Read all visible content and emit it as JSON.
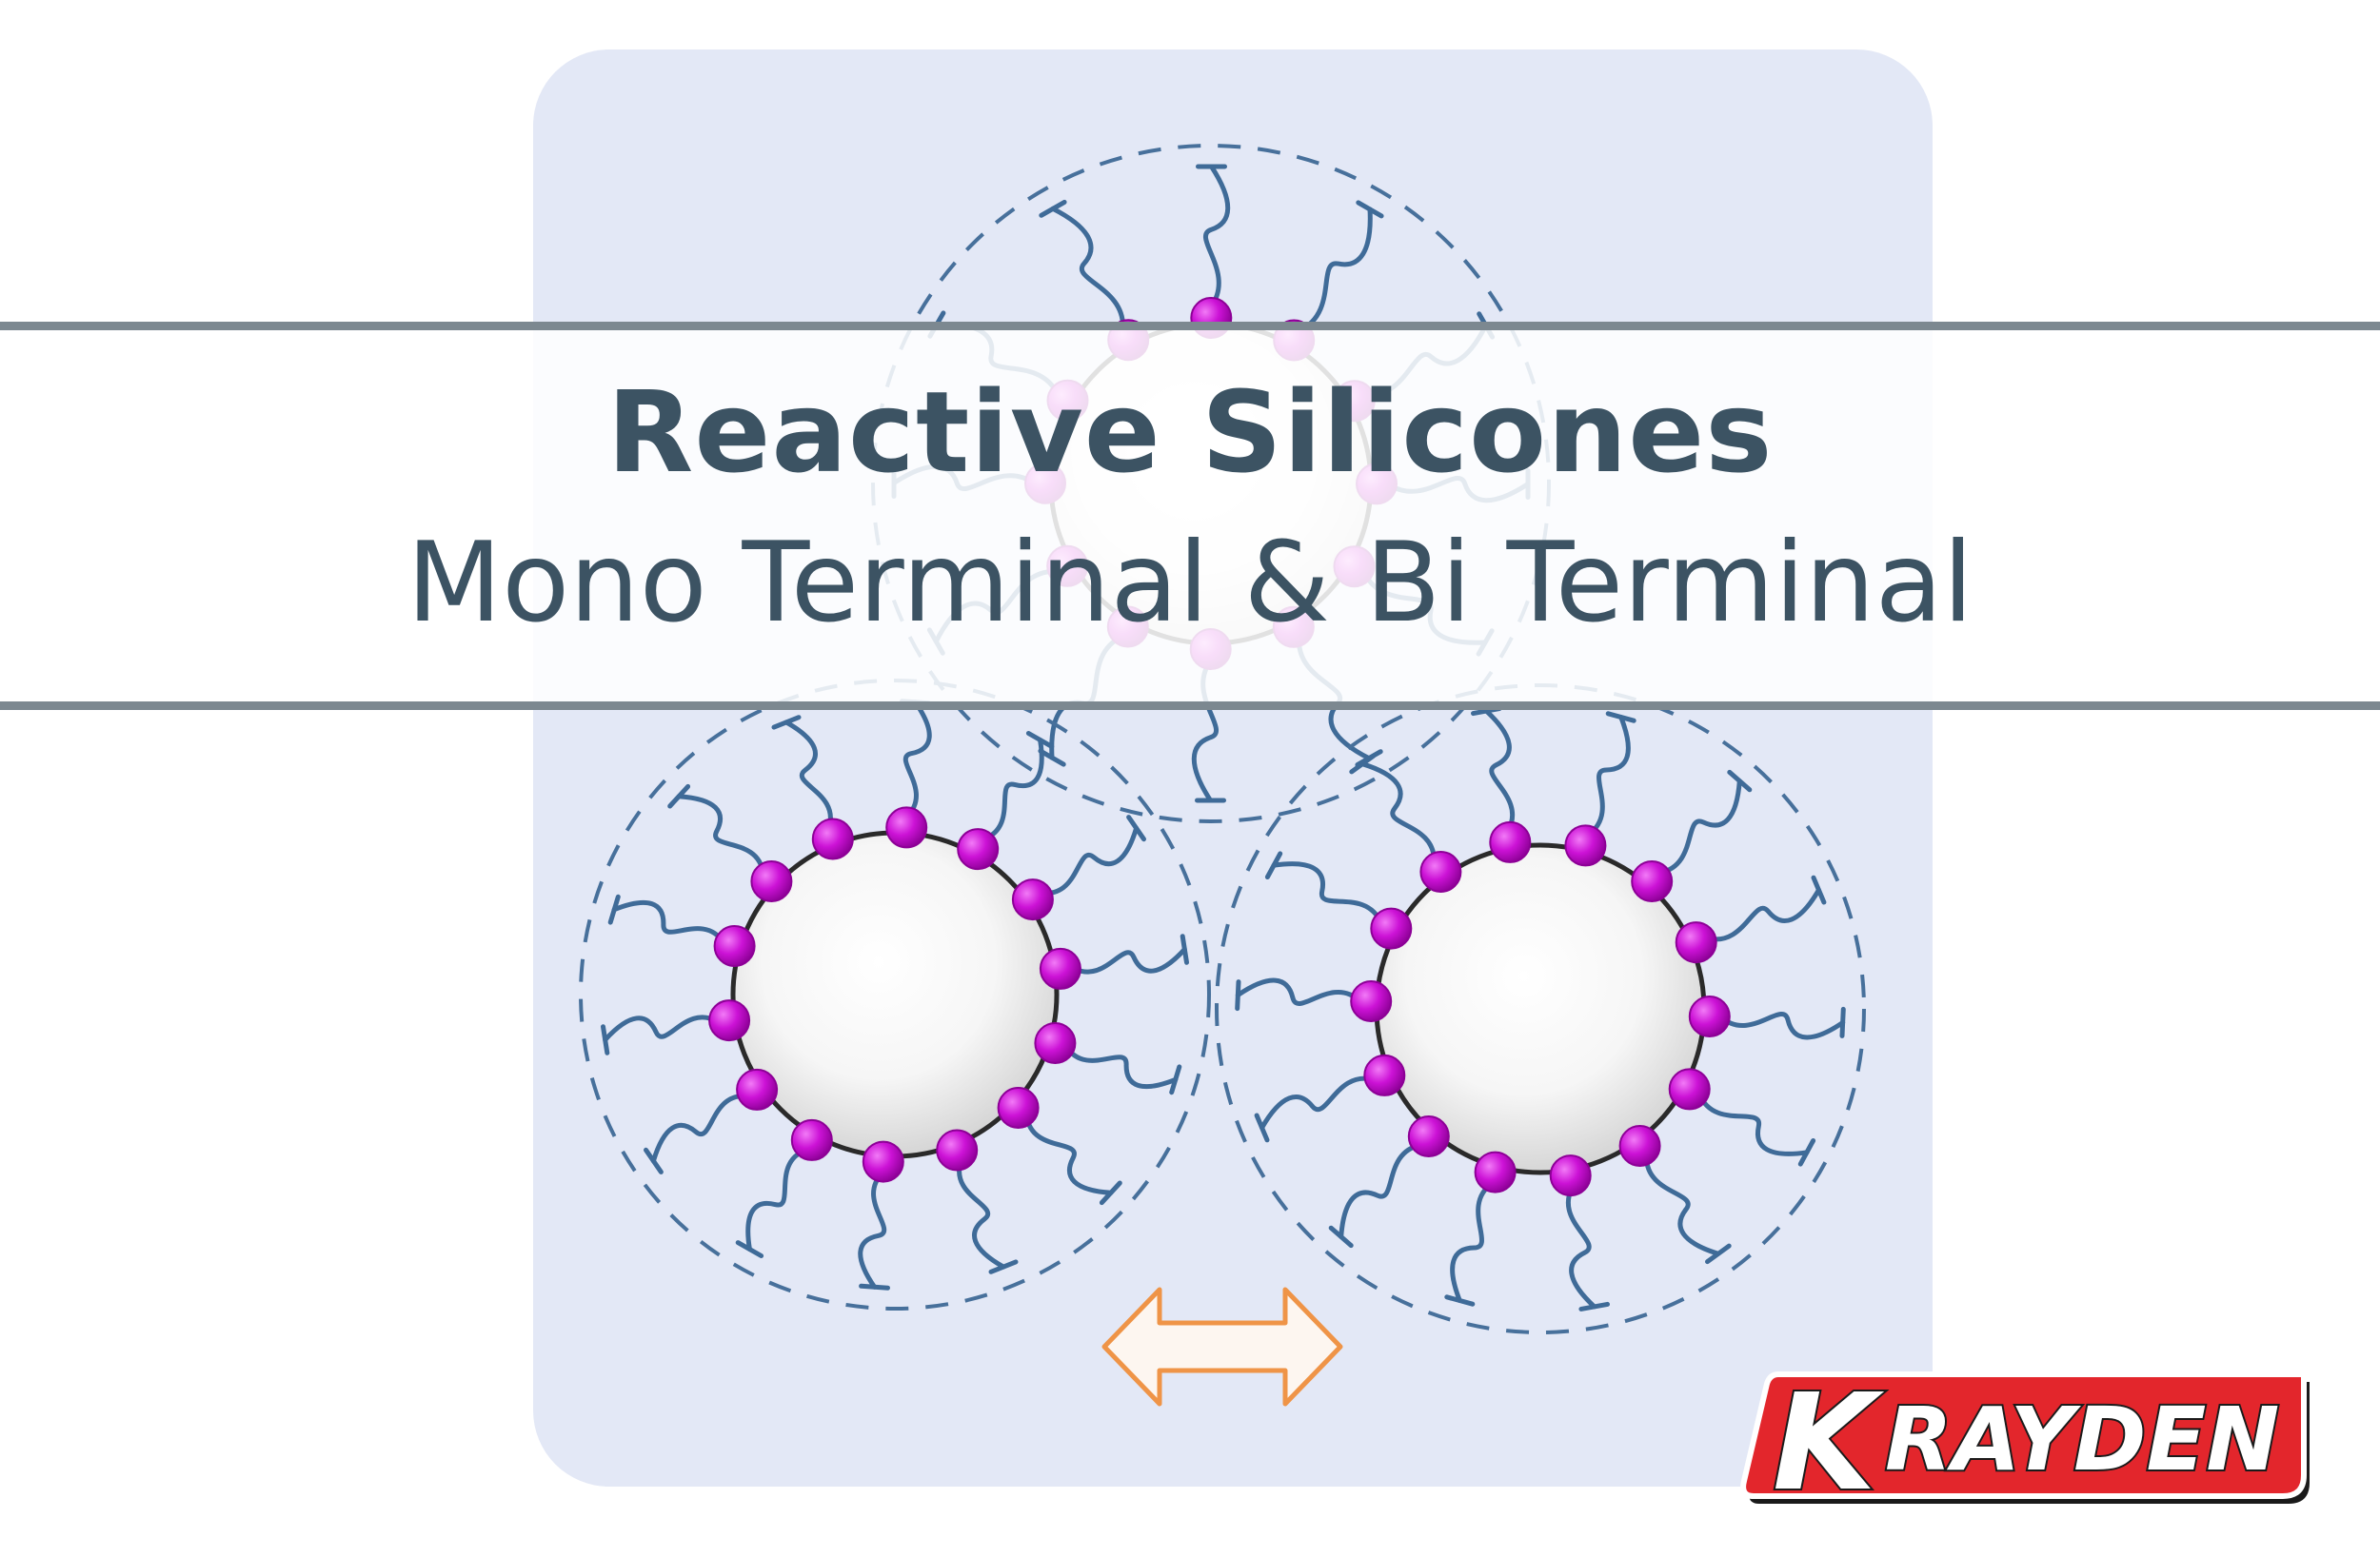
{
  "title": "Reactive Silicones",
  "subtitle": "Mono Terminal & Bi Terminal",
  "logo": {
    "text": "KRAYDEN",
    "first_letter": "K",
    "rest": "RAYDEN"
  },
  "colors": {
    "panel": "#e3e8f6",
    "chain": "#3f6b98",
    "bead": "#cc12d6",
    "bead_dark": "#8d0096",
    "dash": "#47709b",
    "arrow": "#ef9447",
    "title": "#3c5363",
    "rule": "#7c8890",
    "logo_red": "#e3262c"
  },
  "diagram": {
    "particles": [
      {
        "name": "top",
        "beads": 12
      },
      {
        "name": "left",
        "beads": 14
      },
      {
        "name": "right",
        "beads": 14
      }
    ]
  }
}
